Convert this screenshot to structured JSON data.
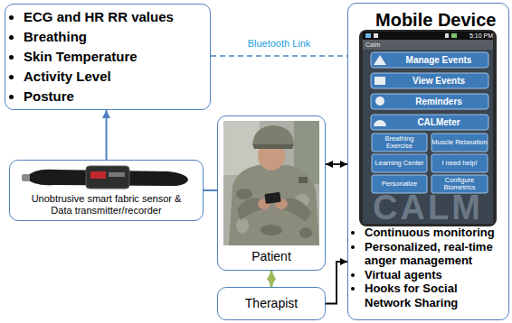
{
  "diagram": {
    "nodes": [
      {
        "text": [
          "ECG and HR RR values",
          "Breathing",
          "Skin Temperature",
          "Activity Level",
          "Posture"
        ]
      },
      {
        "text": [
          "Mobile Device",
          "Continuous monitoring",
          "Personalized, real-time anger management",
          "Virtual agents",
          "Hooks for Social Network Sharing"
        ]
      },
      {
        "text": [
          "Patient"
        ]
      },
      {
        "text": [
          "Unobtrusive smart fabric sensor & Data transmitter/recorder"
        ]
      },
      {
        "text": [
          "Therapist"
        ]
      }
    ],
    "edges": [
      {
        "from": 0,
        "to": 1,
        "label": "Bluetooth Link",
        "arrow": "none"
      },
      {
        "from": 3,
        "to": 0,
        "arrow": "to"
      },
      {
        "from": 2,
        "to": 3,
        "arrow": "none"
      },
      {
        "from": 2,
        "to": 1,
        "arrow": "both"
      },
      {
        "from": 2,
        "to": 4,
        "arrow": "both"
      },
      {
        "from": 4,
        "to": 1,
        "arrow": "to"
      }
    ],
    "labels": [
      "Calm",
      "5:10 PM",
      "Manage Events",
      "View Events",
      "Reminders",
      "CALMeter",
      "Breathing Exercise",
      "Muscle Relaxation",
      "Learning Center",
      "I need help!",
      "Personalize",
      "Configure Biometrics",
      "CALM"
    ]
  }
}
